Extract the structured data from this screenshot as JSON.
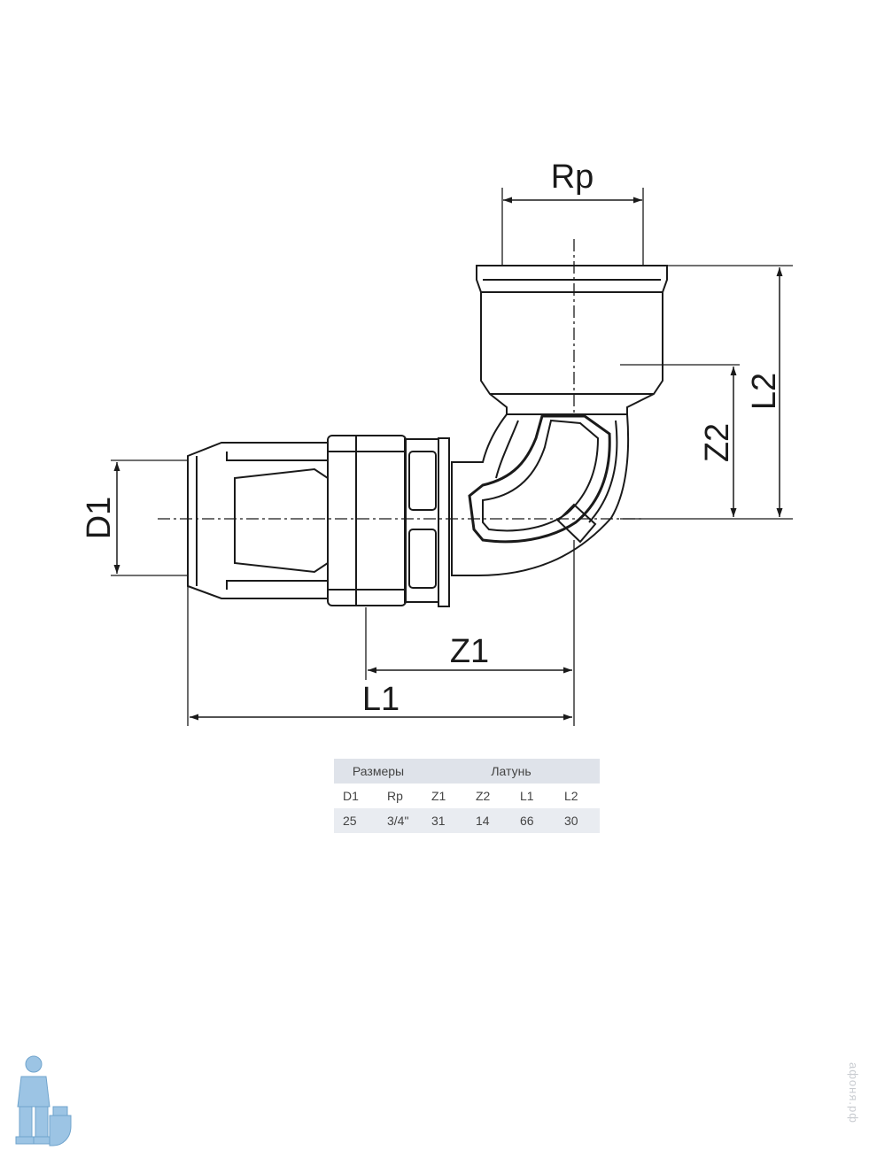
{
  "dimension_labels": {
    "rp": "Rp",
    "l2": "L2",
    "z2": "Z2",
    "d1": "D1",
    "z1": "Z1",
    "l1": "L1"
  },
  "table": {
    "group_headers": [
      "Размеры",
      "Латунь"
    ],
    "columns": [
      "D1",
      "Rp",
      "Z1",
      "Z2",
      "L1",
      "L2"
    ],
    "values": [
      "25",
      "3/4\"",
      "31",
      "14",
      "66",
      "30"
    ]
  },
  "watermark": "афоня.рф",
  "colors": {
    "line": "#1a1a1a",
    "table_group_bg": "#dfe3ea",
    "table_value_bg": "#e9ecf1",
    "watermark": "#c9ccd1",
    "mascot": "#9cc4e4"
  }
}
